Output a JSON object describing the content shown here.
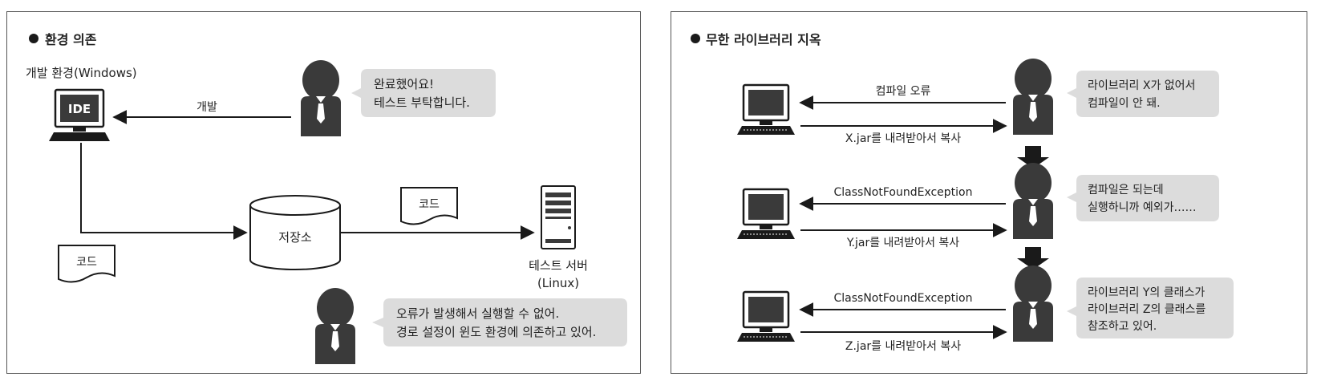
{
  "left": {
    "title": "환경 의존",
    "env_label": "개발 환경(Windows)",
    "ide_label": "IDE",
    "develop_arrow_label": "개발",
    "speech1": [
      "완료했어요!",
      "테스트 부탁합니다."
    ],
    "repo_label": "저장소",
    "code_label_top": "코드",
    "code_label_bottom": "코드",
    "server_label": [
      "테스트 서버",
      "(Linux)"
    ],
    "speech2": [
      "오류가 발생해서 실행할 수 없어.",
      "경로 설정이 윈도 환경에 의존하고 있어."
    ]
  },
  "right": {
    "title": "무한 라이브러리 지옥",
    "rows": [
      {
        "arrow_top_label": "컴파일 오류",
        "arrow_bottom_label": "X.jar를 내려받아서 복사",
        "speech": [
          "라이브러리 X가 없어서",
          "컴파일이 안 돼."
        ]
      },
      {
        "arrow_top_label": "ClassNotFoundException",
        "arrow_bottom_label": "Y.jar를 내려받아서 복사",
        "speech": [
          "컴파일은 되는데",
          "실행하니까 예외가……"
        ]
      },
      {
        "arrow_top_label": "ClassNotFoundException",
        "arrow_bottom_label": "Z.jar를 내려받아서 복사",
        "speech": [
          "라이브러리 Y의 클래스가",
          "라이브러리 Z의 클래스를",
          "참조하고 있어."
        ]
      }
    ]
  },
  "colors": {
    "figure": "#3a3a3a",
    "bubble": "#dcdcdc",
    "line": "#1a1a1a"
  }
}
